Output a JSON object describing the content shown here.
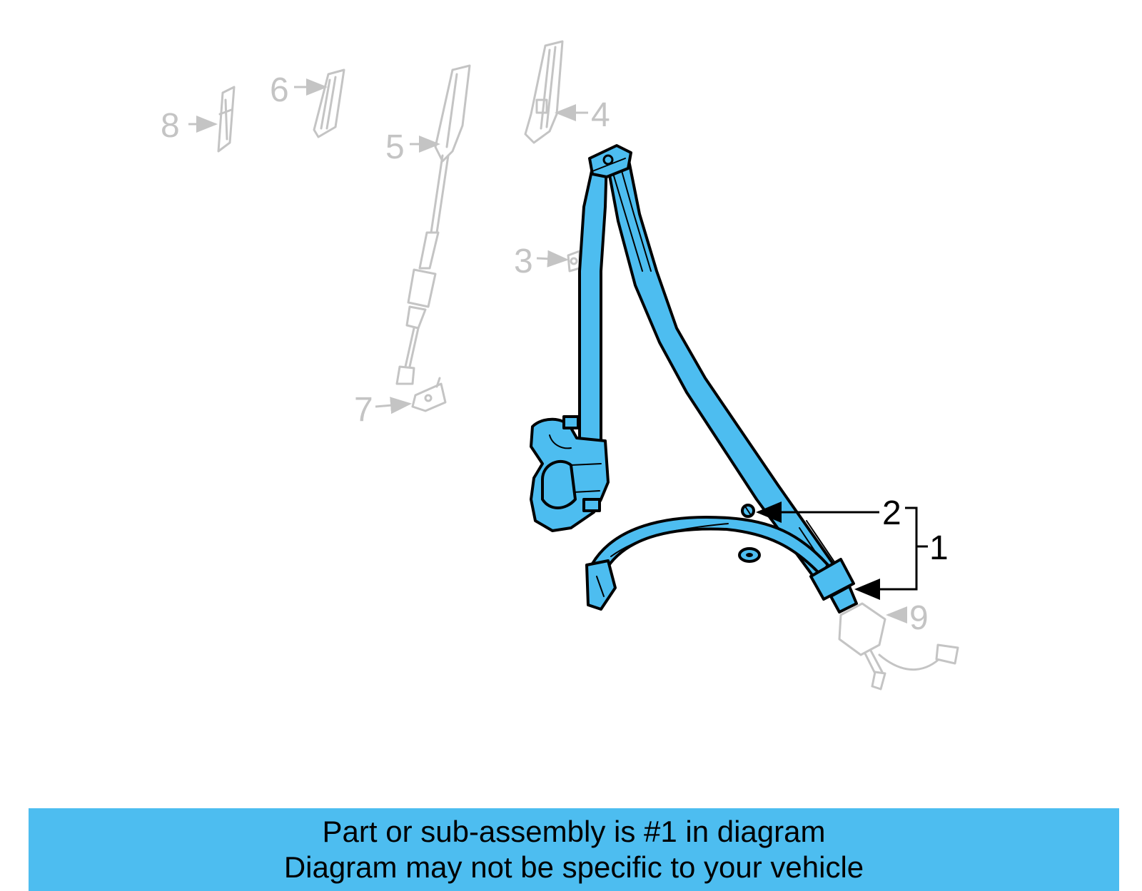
{
  "callouts": {
    "c1": "1",
    "c2": "2",
    "c3": "3",
    "c4": "4",
    "c5": "5",
    "c6": "6",
    "c7": "7",
    "c8": "8",
    "c9": "9"
  },
  "banner": {
    "line1": "Part or sub-assembly is #1 in diagram",
    "line2": "Diagram may not be specific to your vehicle"
  },
  "colors": {
    "highlight": "#4dbdf0",
    "faded_part": "#c4c4c4",
    "outline": "#000000"
  }
}
